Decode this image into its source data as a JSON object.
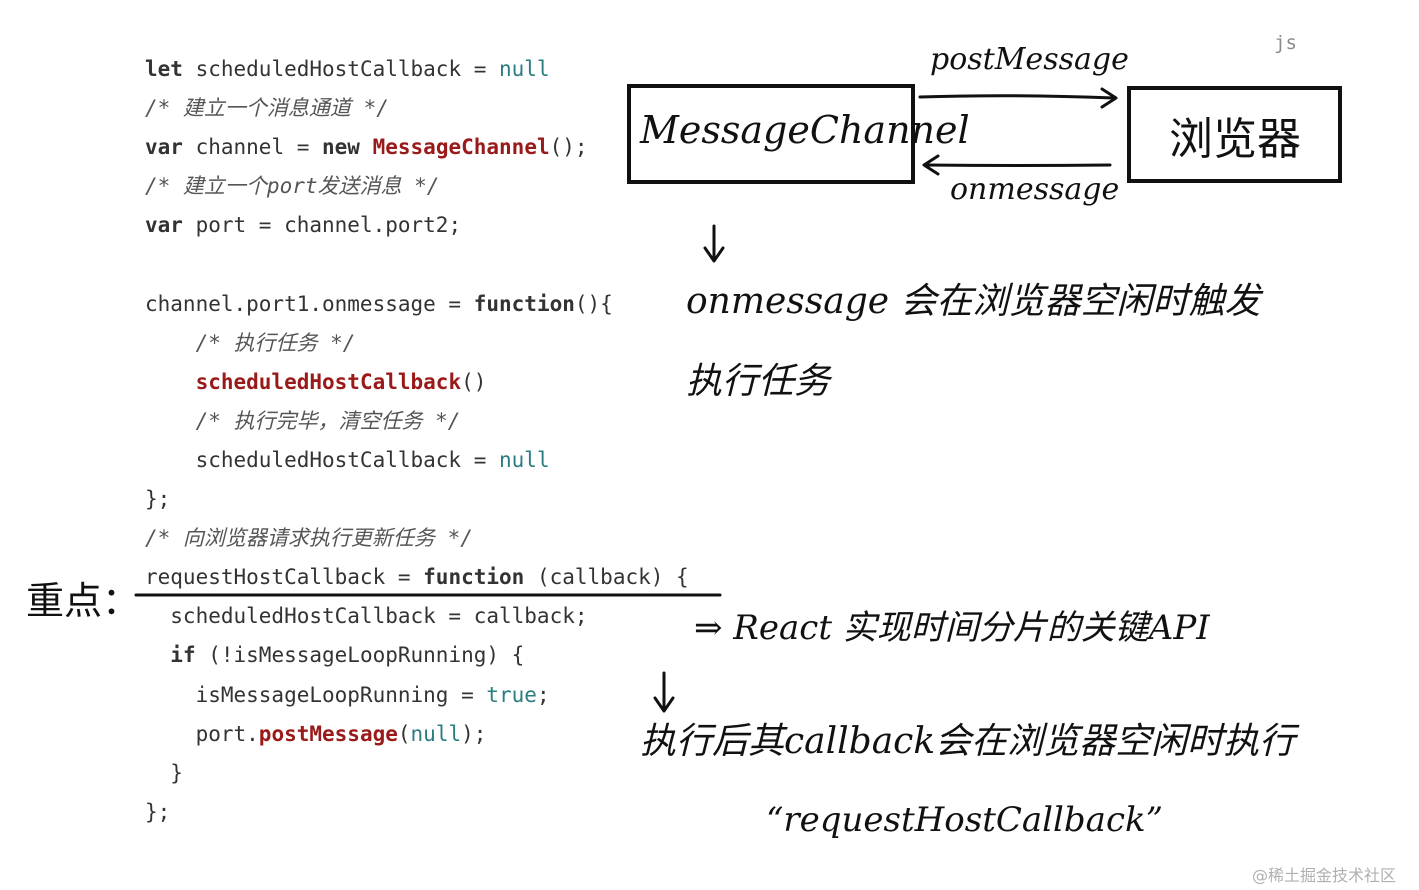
{
  "language_label": "js",
  "code_lines": [
    [
      {
        "t": "let",
        "c": "kw"
      },
      {
        "t": " scheduledHostCallback = "
      },
      {
        "t": "null",
        "c": "lit"
      }
    ],
    [
      {
        "t": "/* 建立一个消息通道 */",
        "c": "cm"
      }
    ],
    [
      {
        "t": "var",
        "c": "kw"
      },
      {
        "t": " channel = "
      },
      {
        "t": "new",
        "c": "kw"
      },
      {
        "t": " "
      },
      {
        "t": "MessageChannel",
        "c": "fn"
      },
      {
        "t": "();"
      }
    ],
    [
      {
        "t": "/* 建立一个port发送消息 */",
        "c": "cm"
      }
    ],
    [
      {
        "t": "var",
        "c": "kw"
      },
      {
        "t": " port = channel.port2;"
      }
    ],
    [],
    [
      {
        "t": "channel.port1.onmessage = "
      },
      {
        "t": "function",
        "c": "kw"
      },
      {
        "t": "(){"
      }
    ],
    [
      {
        "t": "    "
      },
      {
        "t": "/* 执行任务 */",
        "c": "cm"
      }
    ],
    [
      {
        "t": "    "
      },
      {
        "t": "scheduledHostCallback",
        "c": "fn"
      },
      {
        "t": "()"
      }
    ],
    [
      {
        "t": "    "
      },
      {
        "t": "/* 执行完毕，清空任务 */",
        "c": "cm"
      }
    ],
    [
      {
        "t": "    scheduledHostCallback = "
      },
      {
        "t": "null",
        "c": "lit"
      }
    ],
    [
      {
        "t": "};"
      }
    ],
    [
      {
        "t": "/* 向浏览器请求执行更新任务 */",
        "c": "cm"
      }
    ],
    [
      {
        "t": "requestHostCallback = "
      },
      {
        "t": "function",
        "c": "kw"
      },
      {
        "t": " (callback) {"
      }
    ],
    [
      {
        "t": "  scheduledHostCallback = callback;"
      }
    ],
    [
      {
        "t": "  "
      },
      {
        "t": "if",
        "c": "kw"
      },
      {
        "t": " (!isMessageLoopRunning) {"
      }
    ],
    [
      {
        "t": "    isMessageLoopRunning = "
      },
      {
        "t": "true",
        "c": "lit"
      },
      {
        "t": ";"
      }
    ],
    [
      {
        "t": "    port."
      },
      {
        "t": "postMessage",
        "c": "fn"
      },
      {
        "t": "("
      },
      {
        "t": "null",
        "c": "lit"
      },
      {
        "t": ");"
      }
    ],
    [
      {
        "t": "  }"
      }
    ],
    [
      {
        "t": "};"
      }
    ]
  ],
  "diagram": {
    "box_left_label": "MessageChannel",
    "box_right_label": "浏览器",
    "arrow_top_label": "postMessage",
    "arrow_bottom_label": "onmessage"
  },
  "annotations": {
    "onmessage_note_line1": "onmessage 会在浏览器空闲时触发",
    "onmessage_note_line2": "执行任务",
    "key_point_label": "重点：",
    "react_note": "⇒ React 实现时间分片的关键API",
    "callback_note": "执行后其callback会在浏览器空闲时执行",
    "quoted_name": "“requestHostCallback”"
  },
  "watermark": "@稀土掘金技术社区",
  "colors": {
    "keyword": "#333333",
    "function_name": "#9a1a1a",
    "literal": "#2a7d80",
    "comment": "#555555",
    "ink": "#111111"
  }
}
